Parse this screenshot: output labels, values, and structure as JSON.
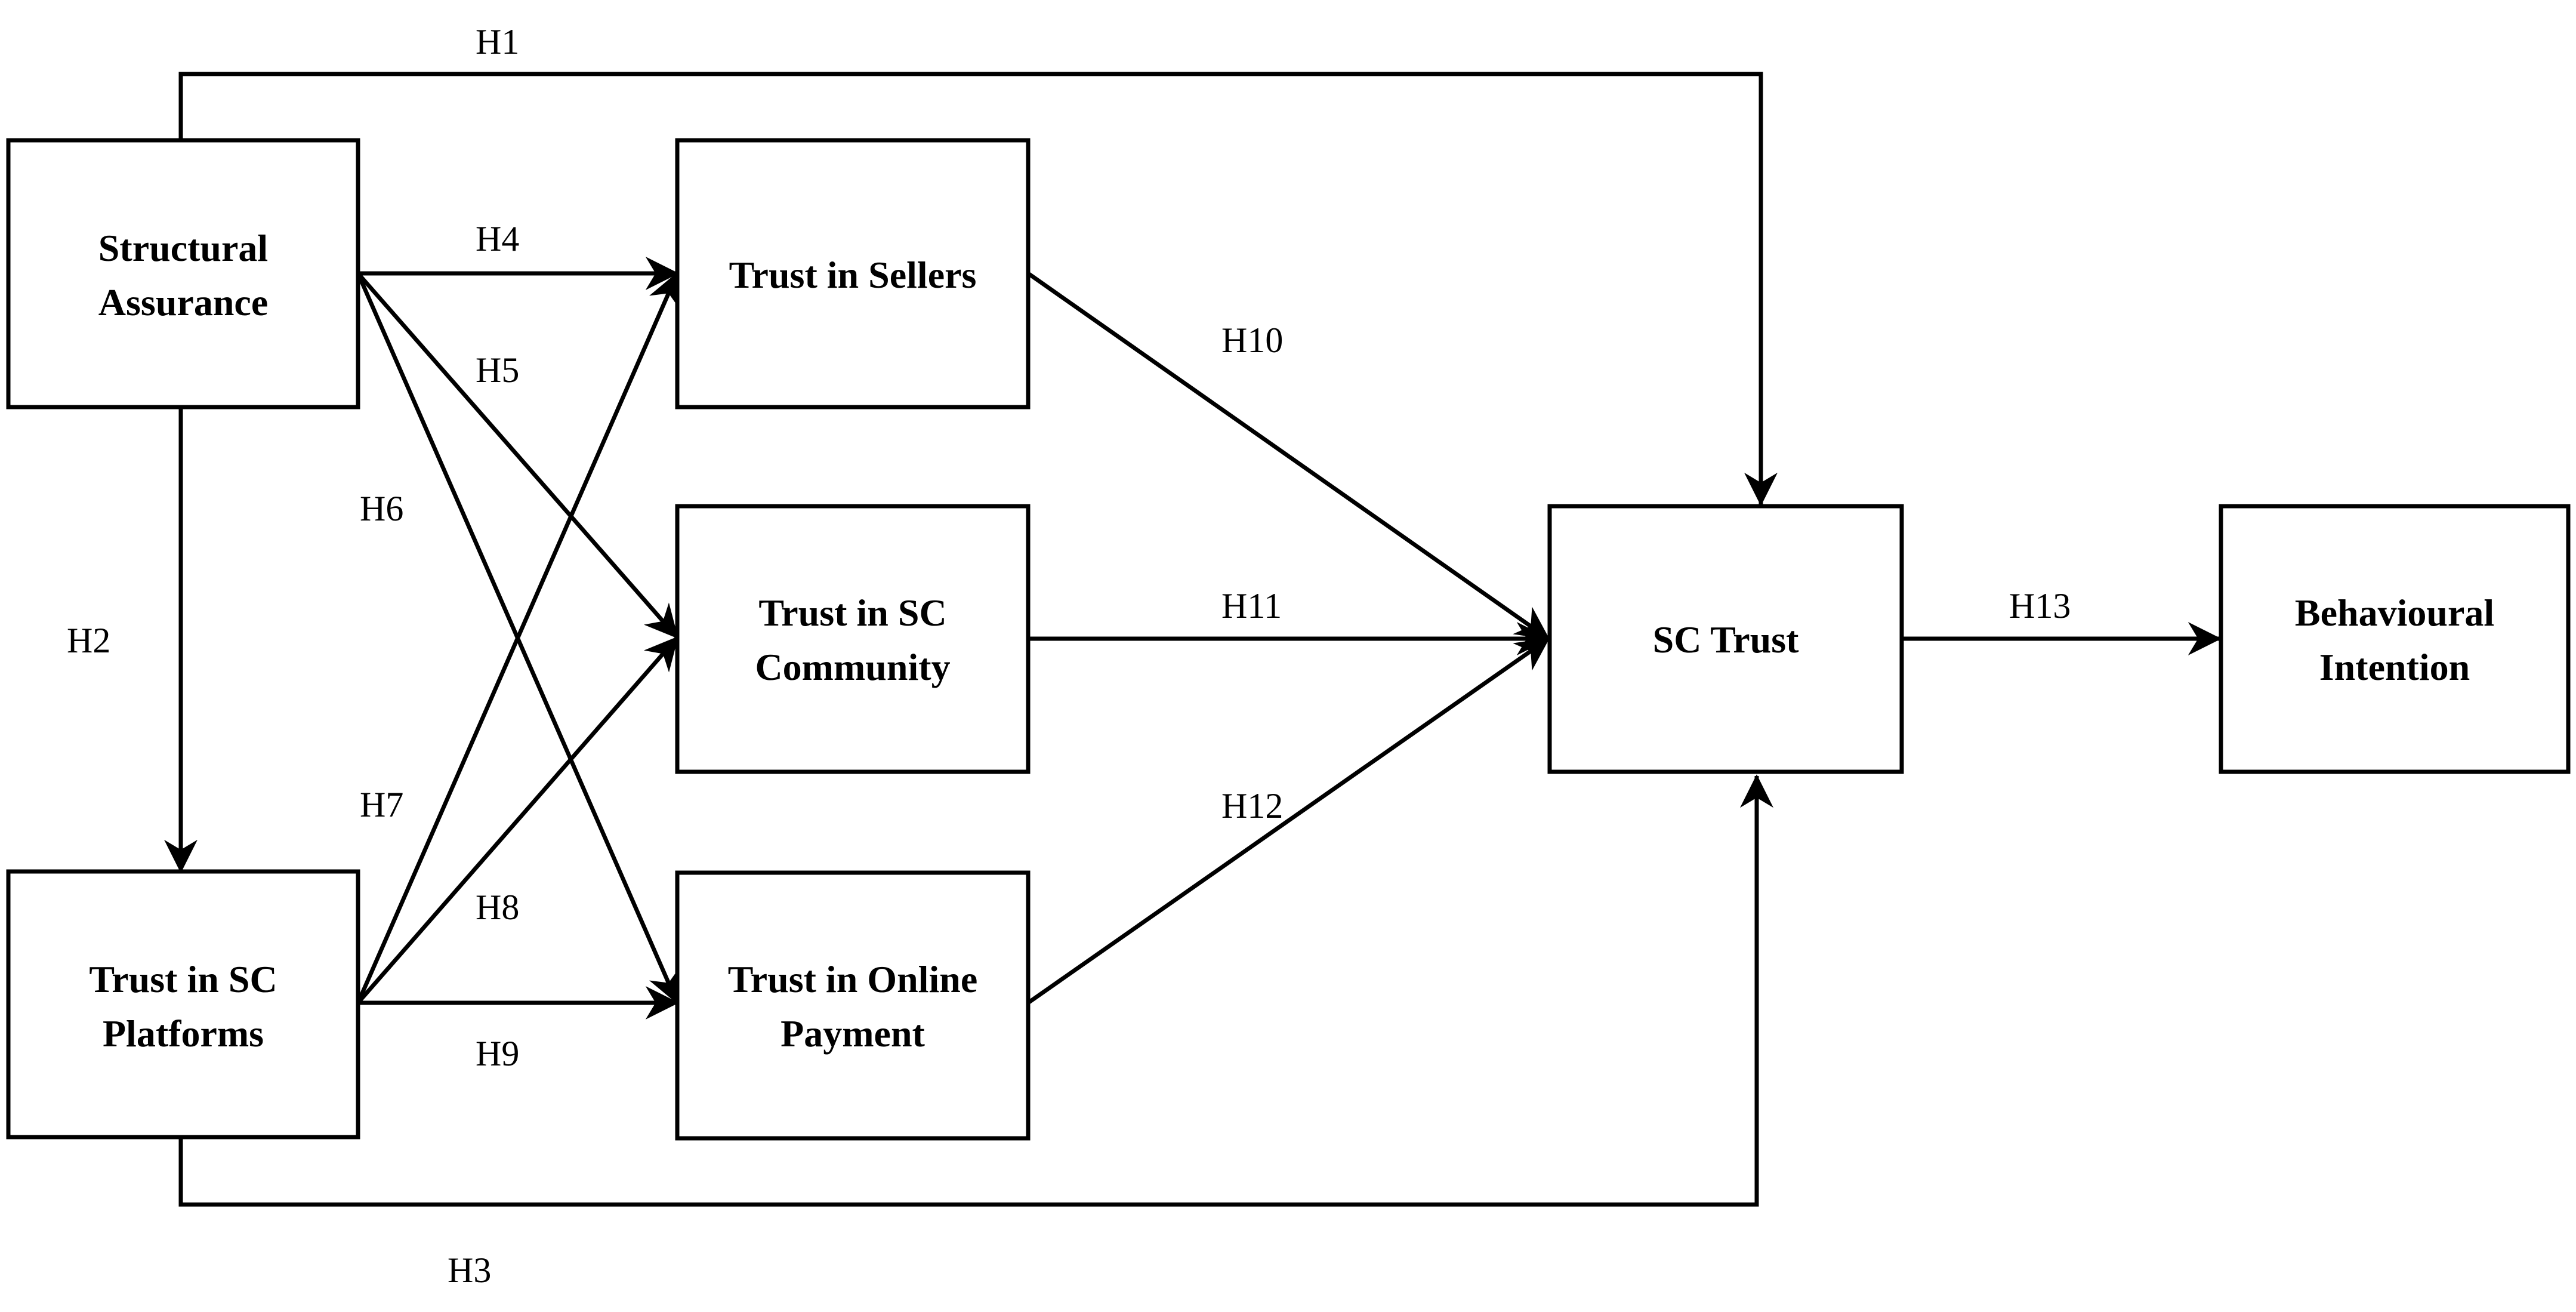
{
  "nodes": {
    "structural_assurance": {
      "line1": "Structural",
      "line2": "Assurance"
    },
    "trust_sc_platforms": {
      "line1": "Trust in SC",
      "line2": "Platforms"
    },
    "trust_sellers": {
      "line1": "Trust in Sellers"
    },
    "trust_sc_community": {
      "line1": "Trust in SC",
      "line2": "Community"
    },
    "trust_online_payment": {
      "line1": "Trust in Online",
      "line2": "Payment"
    },
    "sc_trust": {
      "line1": "SC Trust"
    },
    "behavioural_intention": {
      "line1": "Behavioural",
      "line2": "Intention"
    }
  },
  "hypotheses": {
    "h1": "H1",
    "h2": "H2",
    "h3": "H3",
    "h4": "H4",
    "h5": "H5",
    "h6": "H6",
    "h7": "H7",
    "h8": "H8",
    "h9": "H9",
    "h10": "H10",
    "h11": "H11",
    "h12": "H12",
    "h13": "H13"
  }
}
